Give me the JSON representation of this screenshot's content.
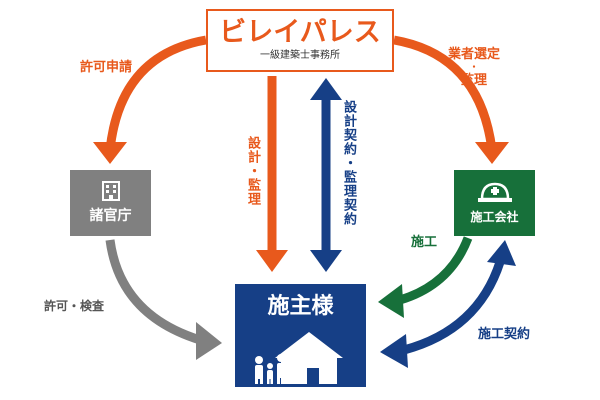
{
  "architect": {
    "name": "ビレイパレス",
    "subtitle": "一級建築士事務所"
  },
  "government": {
    "label": "諸官庁",
    "icon": "building-icon"
  },
  "contractor": {
    "label": "施工会社",
    "icon": "hardhat-icon"
  },
  "client": {
    "label": "施主様",
    "icon": "house-family-icon"
  },
  "arrows": {
    "permit_application": "許可申請",
    "contractor_selection": "業者選定",
    "contractor_supervision": "監理",
    "design_supervision": "設計・監理",
    "design_contract": "設計契約・監理契約",
    "permit_inspection": "許可・検査",
    "construction": "施工",
    "construction_contract": "施工契約"
  },
  "colors": {
    "orange": "#e8591c",
    "navy": "#163f86",
    "green": "#17703a",
    "gray": "#808080"
  }
}
